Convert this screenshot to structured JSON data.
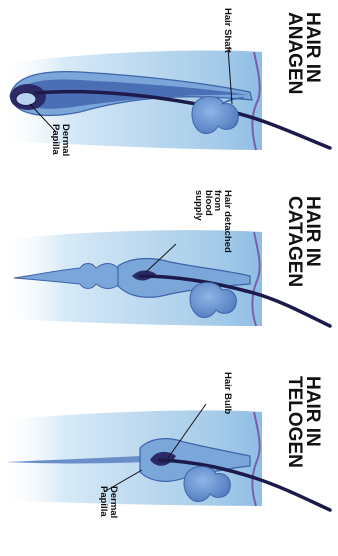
{
  "panels": [
    {
      "title_line1": "HAIR IN",
      "title_line2": "ANAGEN",
      "labels": [
        {
          "lines": [
            "Hair Shaft"
          ]
        },
        {
          "lines": [
            "Dermal",
            "Papilla"
          ]
        }
      ]
    },
    {
      "title_line1": "HAIR IN",
      "title_line2": "CATAGEN",
      "labels": [
        {
          "lines": [
            "Hair detached",
            "from",
            "blood",
            "supply"
          ]
        }
      ]
    },
    {
      "title_line1": "HAIR IN",
      "title_line2": "TELOGEN",
      "labels": [
        {
          "lines": [
            "Hair Bulb"
          ]
        },
        {
          "lines": [
            "Dermal",
            "Papilla"
          ]
        }
      ]
    }
  ],
  "colors": {
    "skin_light": "#bcdcf2",
    "skin_mid": "#7fb2de",
    "follicle": "#5c82c4",
    "hair": "#1c1a4a",
    "epidermis": "#7a5fa8"
  }
}
